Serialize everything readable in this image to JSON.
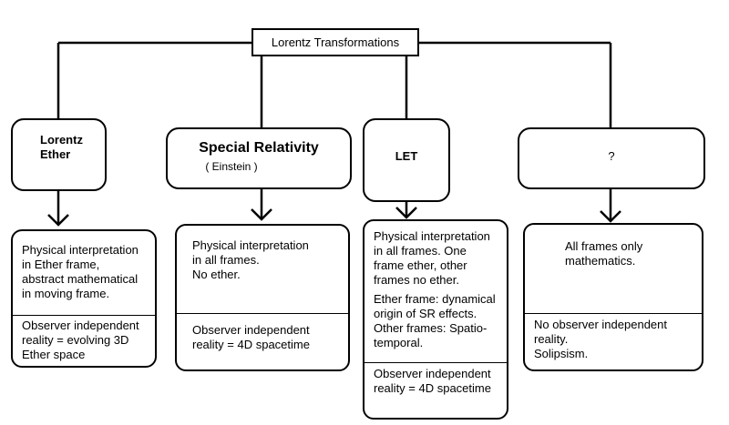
{
  "root": {
    "label": "Lorentz Transformations"
  },
  "branches": [
    {
      "title_lines": [
        "Lorentz",
        "Ether"
      ],
      "interpretation_lines": [
        "Physical interpretation",
        "in Ether frame,",
        "abstract mathematical",
        "in moving frame."
      ],
      "reality_lines": [
        "Observer independent",
        "reality = evolving 3D",
        "Ether space"
      ]
    },
    {
      "title": "Special Relativity",
      "subtitle": "( Einstein )",
      "interpretation_lines": [
        "Physical interpretation",
        "in all frames.",
        "No ether."
      ],
      "reality_lines": [
        "Observer independent",
        "reality = 4D spacetime"
      ]
    },
    {
      "title": "LET",
      "interpretation_lines": [
        "Physical interpretation",
        "in all frames. One",
        "frame ether, other",
        "frames no ether."
      ],
      "detail_lines": [
        "Ether frame: dynamical",
        "origin of SR effects.",
        "Other frames: Spatio-",
        "temporal."
      ],
      "reality_lines": [
        "Observer independent",
        "reality = 4D spacetime"
      ]
    },
    {
      "title": "?",
      "interpretation_lines": [
        "All frames only",
        "mathematics."
      ],
      "reality_lines": [
        "No observer independent",
        "reality.",
        "Solipsism."
      ]
    }
  ]
}
